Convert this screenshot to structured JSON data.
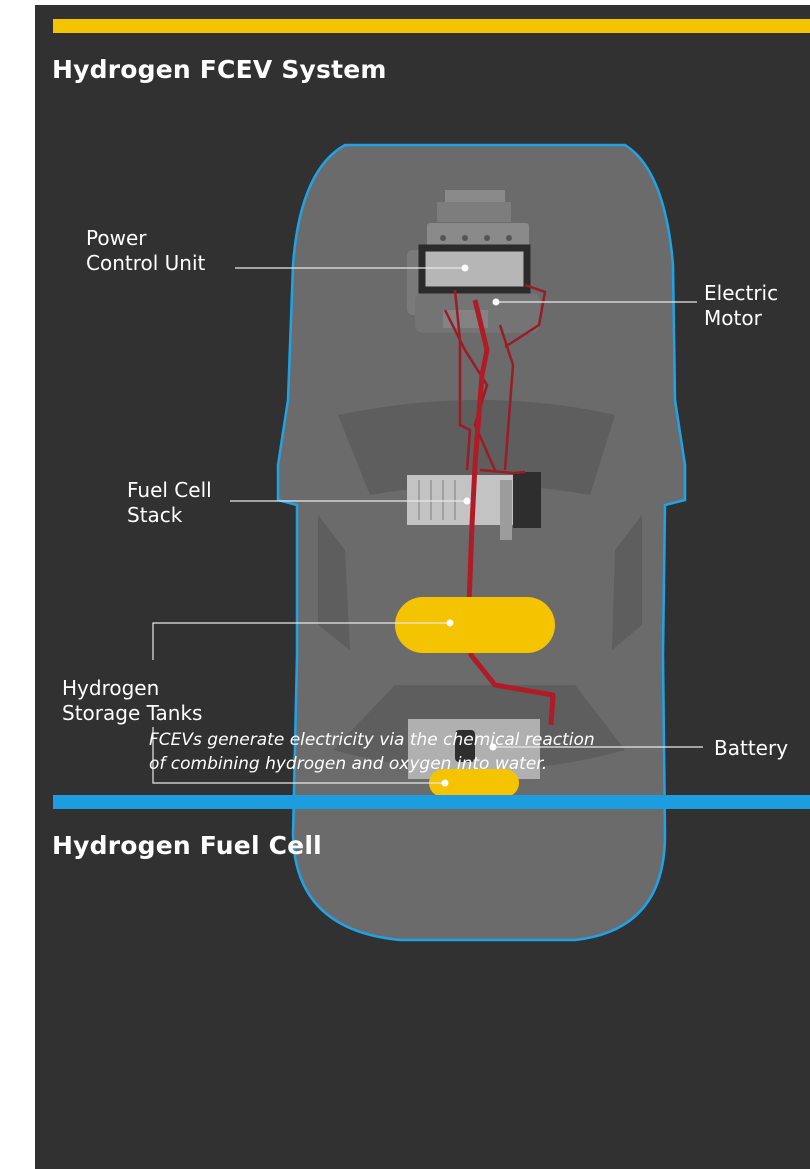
{
  "header": {
    "title": "Hydrogen FCEV System",
    "accent_color": "#f5c400"
  },
  "diagram": {
    "labels": {
      "power_control_unit": [
        "Power",
        "Control Unit"
      ],
      "electric_motor": [
        "Electric",
        "Motor"
      ],
      "fuel_cell_stack": [
        "Fuel Cell",
        "Stack"
      ],
      "hydrogen_tanks": [
        "Hydrogen",
        "Storage Tanks"
      ],
      "battery": [
        "Battery"
      ]
    },
    "colors": {
      "car_body": "#6a6a6a",
      "car_outline": "#1fa3e8",
      "wiring": "#9b1b26",
      "tanks": "#f5c400"
    }
  },
  "caption": {
    "line1": "FCEVs generate electricity via the chemical reaction",
    "line2": "of combining hydrogen and oxygen into water."
  },
  "footer": {
    "title": "Hydrogen Fuel Cell",
    "accent_color": "#1b9de0"
  }
}
